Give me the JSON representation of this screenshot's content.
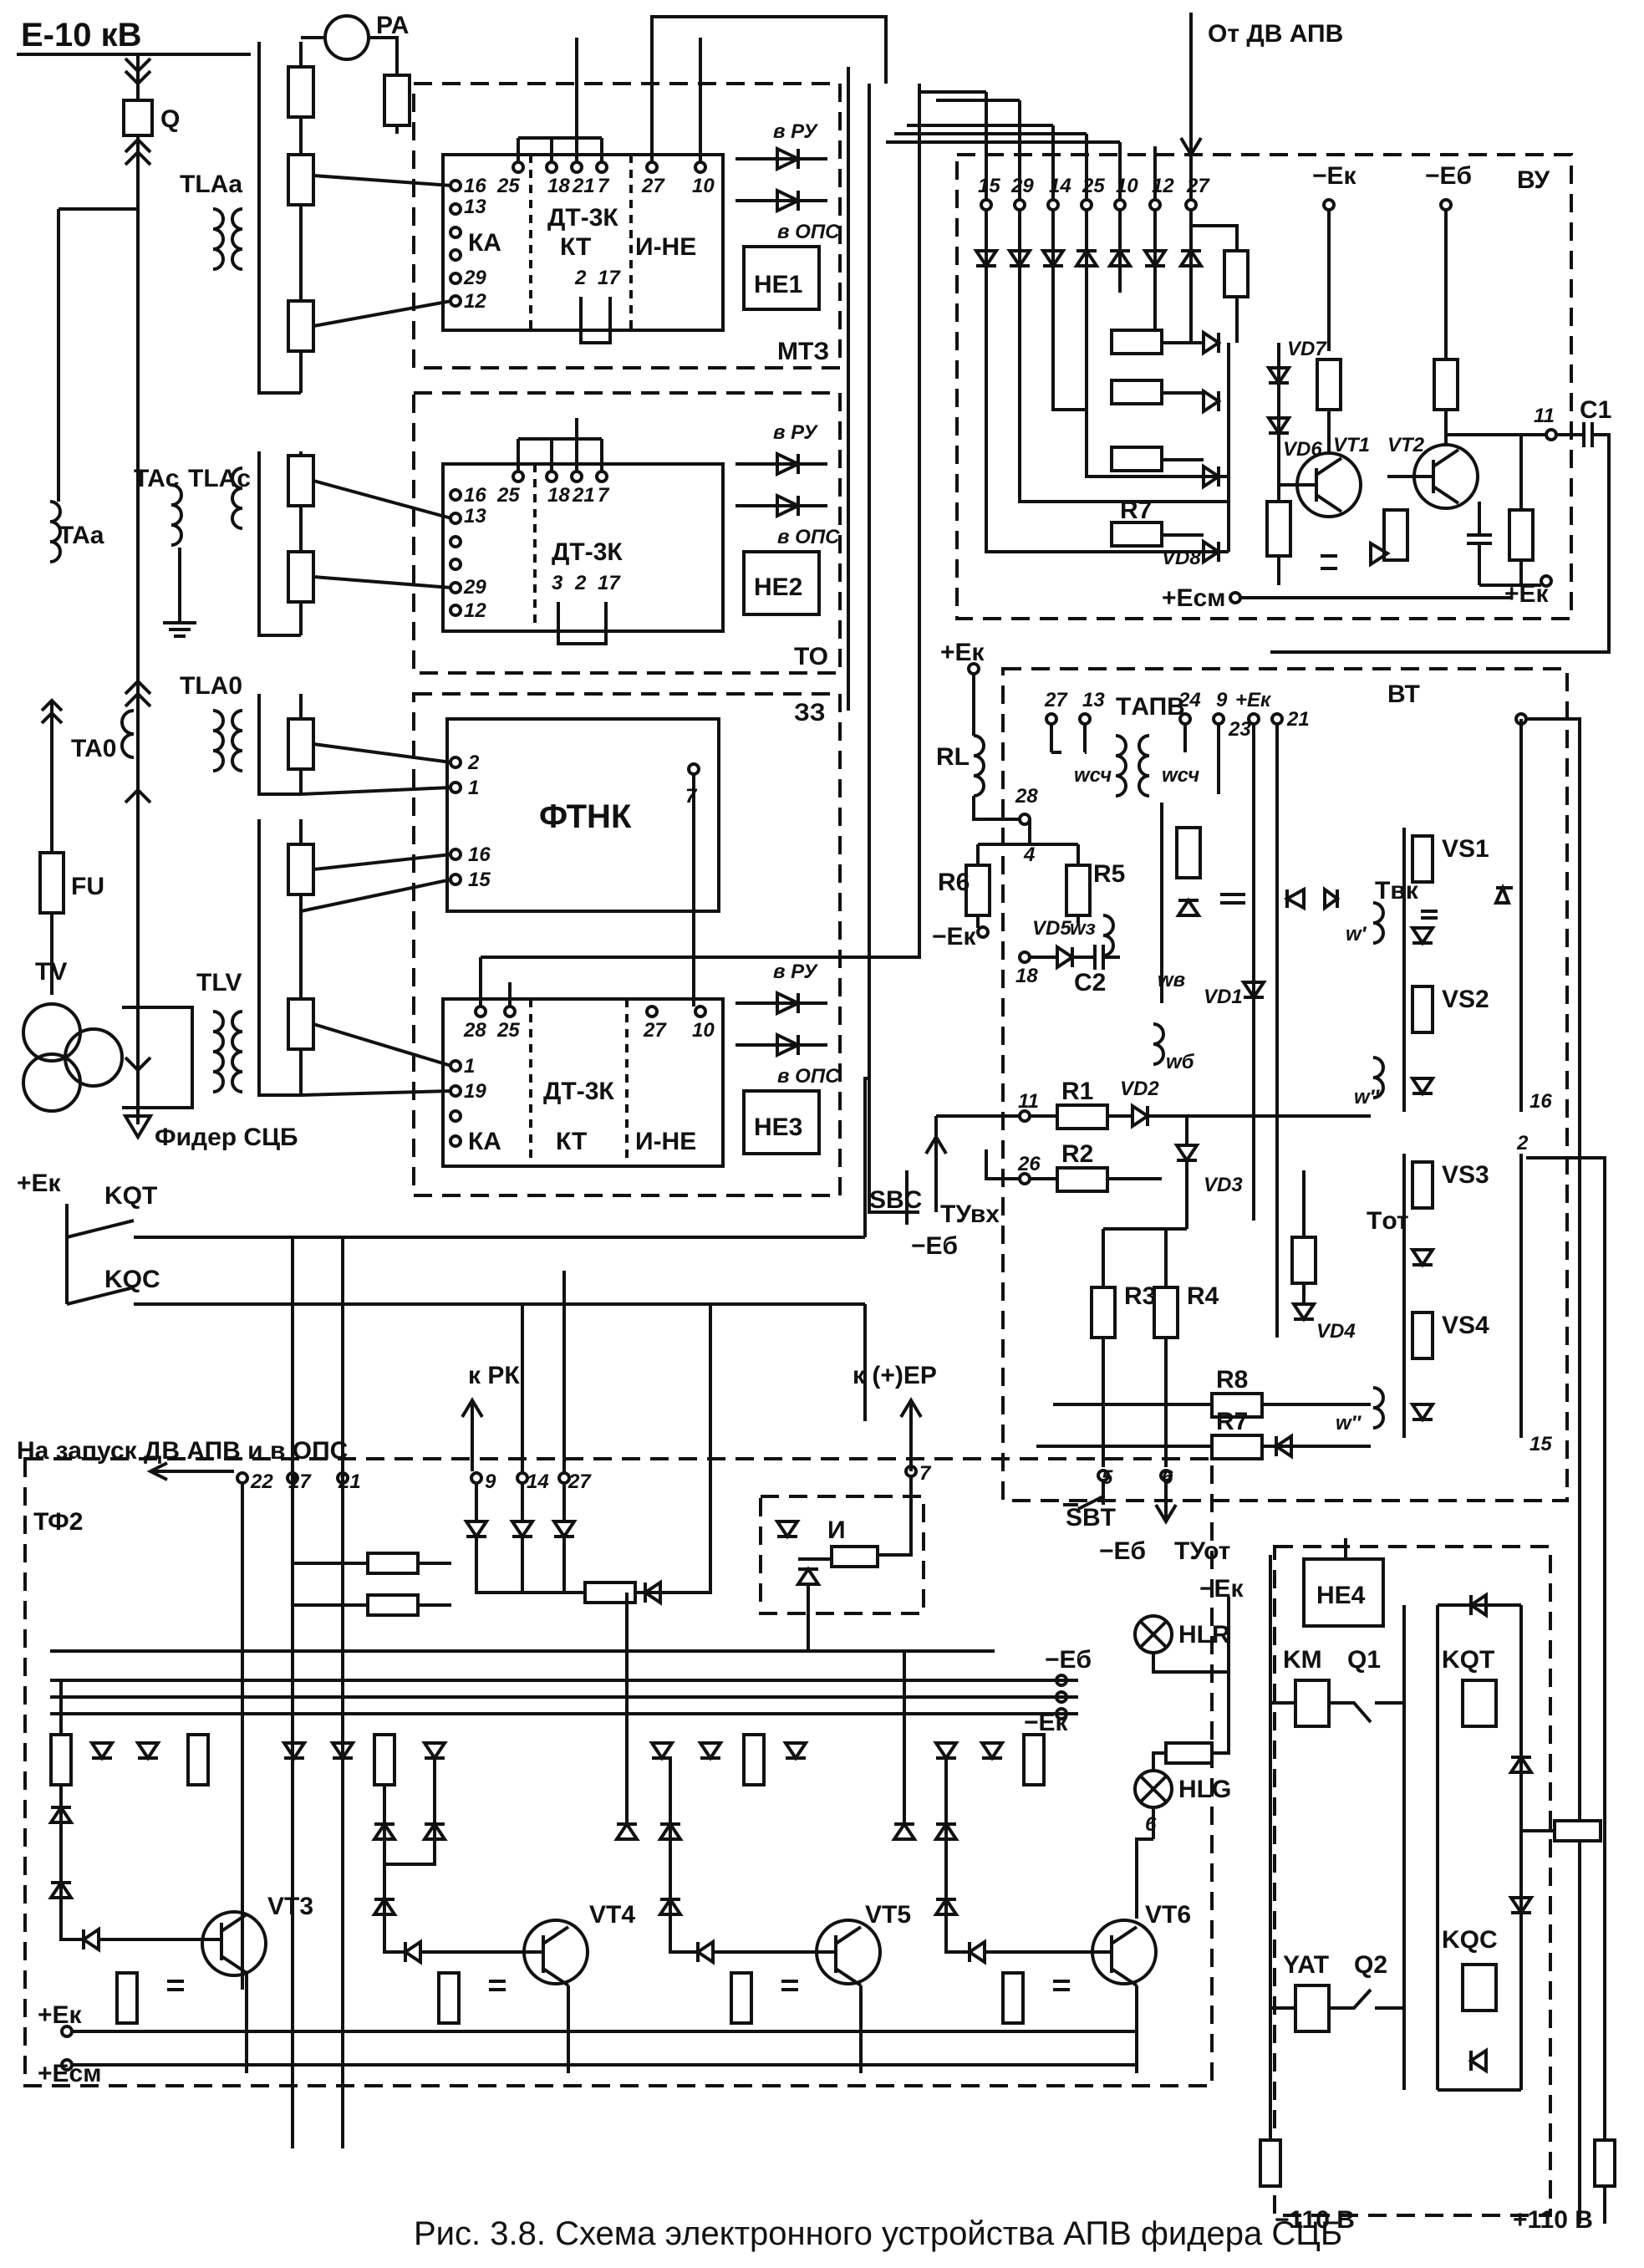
{
  "caption": "Рис. 3.8. Схема электронного устройства АПВ фидера СЦБ",
  "top": {
    "line_label": "E-10 кВ",
    "breaker": "Q",
    "ammeter": "PA",
    "apv_label": "От ДВ АПВ",
    "feeder": "Фидер СЦБ"
  },
  "sensors": {
    "tla_a": "TLAa",
    "ta_a": "TAa",
    "ta_c": "TAc",
    "tla_c": "TLAc",
    "tla_0": "TLA0",
    "ta_0": "TA0",
    "fu": "FU",
    "tv": "TV",
    "tlv": "TLV"
  },
  "blocks": {
    "mtz": {
      "title": "МТЗ",
      "pins": [
        "16",
        "25",
        "18",
        "21",
        "7",
        "27",
        "10",
        "13",
        "29",
        "12",
        "2",
        "17"
      ],
      "ka": "КА",
      "unit": "ДТ-3К",
      "kt": "КТ",
      "ine": "И-НЕ",
      "ne": "НЕ1",
      "ru": "в РУ",
      "ops": "в ОПС"
    },
    "to": {
      "title": "ТО",
      "pins": [
        "16",
        "25",
        "18",
        "21",
        "7",
        "13",
        "29",
        "12",
        "3",
        "2",
        "17"
      ],
      "unit": "ДТ-3К",
      "ne": "НЕ2",
      "ru": "в РУ",
      "ops": "в ОПС"
    },
    "zz": {
      "title": "ЗЗ",
      "ftnk": "ФТНК",
      "pins": [
        "2",
        "1",
        "16",
        "15",
        "7"
      ]
    },
    "dt3": {
      "pins": [
        "28",
        "25",
        "27",
        "10",
        "1",
        "19"
      ],
      "ka": "КА",
      "unit": "ДТ-3К",
      "kt": "КТ",
      "ine": "И-НЕ",
      "ne": "НЕ3",
      "ru": "в РУ",
      "ops": "в ОПС"
    },
    "vu": {
      "title": "ВУ",
      "pins": [
        "15",
        "29",
        "14",
        "25",
        "10",
        "12",
        "27"
      ],
      "ek": "−Eк",
      "eb": "−Eб",
      "esm": "+Eсм",
      "ekp": "+Eк",
      "c1": "C1",
      "pin11": "11",
      "vd7": "VD7",
      "vd6": "VD6",
      "vt1": "VT1",
      "vt2": "VT2",
      "r7": "R7",
      "vd8": "VD8"
    },
    "vt": {
      "title": "ВТ",
      "tapv": "TАПВ",
      "pins": [
        "27",
        "13",
        "24",
        "9",
        "23",
        "21",
        "28",
        "4",
        "18",
        "11",
        "26",
        "2",
        "16",
        "15",
        "5",
        "6"
      ],
      "ek": "+Eк",
      "ek2": "+Eк",
      "rl": "RL",
      "r6": "R6",
      "r5": "R5",
      "vd5": "VD5",
      "c2": "C2",
      "ek_neg": "−Eк",
      "wsch": "wсч",
      "wz": "wз",
      "wv": "wв",
      "wb": "wб",
      "w1": "w′",
      "w2": "w″",
      "vd1": "VD1",
      "r1": "R1",
      "vd2": "VD2",
      "r2": "R2",
      "vd3": "VD3",
      "r3": "R3",
      "r4": "R4",
      "r8": "R8",
      "r7": "R7",
      "vd4": "VD4",
      "tvk": "Tвк",
      "tot": "Tот",
      "vs1": "VS1",
      "vs2": "VS2",
      "vs3": "VS3",
      "vs4": "VS4",
      "sbc": "SBC",
      "tuvx": "ТУвх",
      "eb_neg": "−Eб",
      "sbt": "SBT",
      "tuot": "ТУот"
    },
    "tf2": {
      "title": "ТФ2",
      "launch": "На запуск ДВ АПВ и в ОПС",
      "pins": [
        "22",
        "17",
        "21",
        "9",
        "14",
        "27",
        "7",
        "6"
      ],
      "rk": "к РК",
      "ep": "к (+)ЕР",
      "i": "И",
      "vt3": "VT3",
      "vt4": "VT4",
      "vt5": "VT5",
      "vt6": "VT6",
      "eb": "−Eб",
      "ek": "−Eк",
      "ekp": "+Eк",
      "esm": "+Eсм"
    },
    "control": {
      "ek": "+Eк",
      "kqt": "KQT",
      "kqc": "KQC",
      "hlr": "HLR",
      "hlg": "HLG",
      "ek_neg": "−Eк",
      "ne4": "НЕ4",
      "km": "KM",
      "q1": "Q1",
      "kqt_coil": "KQT",
      "yat": "YAT",
      "q2": "Q2",
      "kqc_coil": "KQC",
      "minus110": "−110 В",
      "plus110": "+110 В"
    }
  }
}
